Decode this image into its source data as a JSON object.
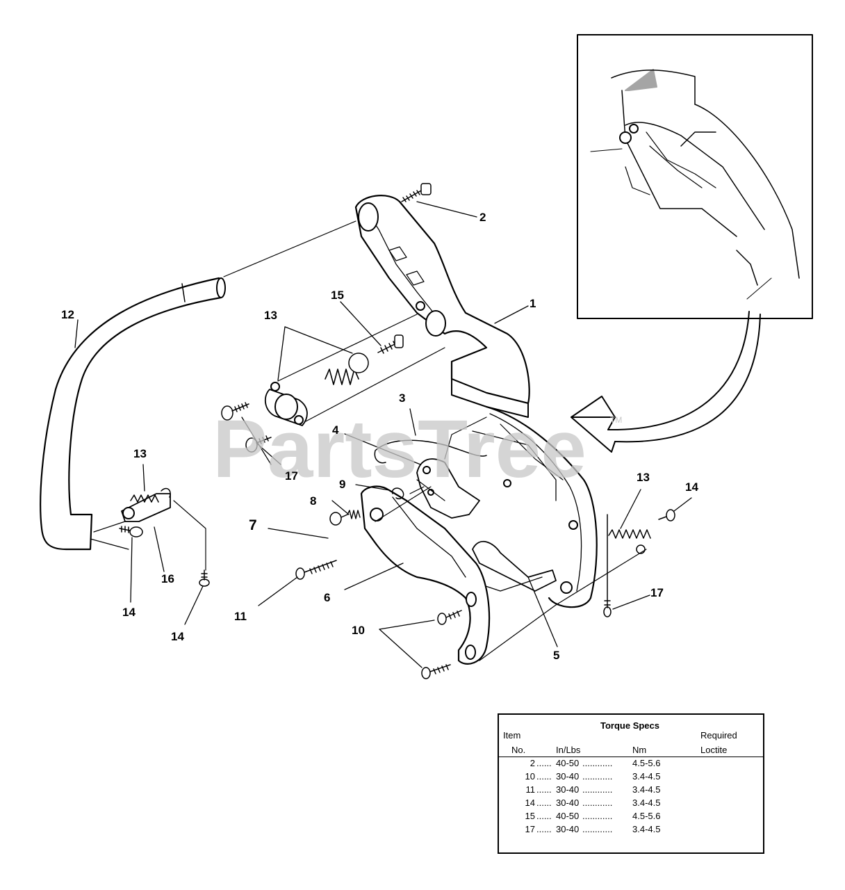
{
  "callouts": {
    "c1": "1",
    "c2": "2",
    "c3": "3",
    "c4": "4",
    "c5": "5",
    "c6": "6",
    "c7": "7",
    "c8": "8",
    "c9": "9",
    "c10": "10",
    "c11": "11",
    "c12": "12",
    "c13a": "13",
    "c13b": "13",
    "c13c": "13",
    "c14a": "14",
    "c14b": "14",
    "c14c": "14",
    "c15": "15",
    "c16": "16",
    "c17a": "17",
    "c17b": "17"
  },
  "watermark": {
    "text": "PartsTree",
    "tm": "TM"
  },
  "torque_table": {
    "title": "Torque Specs",
    "headers": {
      "item": "Item",
      "no": "No.",
      "in_lbs": "In/Lbs",
      "nm": "Nm",
      "required": "Required",
      "loctite": "Loctite"
    },
    "rows": [
      {
        "item": "2",
        "in_lbs": "40-50",
        "nm": "4.5-5.6"
      },
      {
        "item": "10",
        "in_lbs": "30-40",
        "nm": "3.4-4.5"
      },
      {
        "item": "11",
        "in_lbs": "30-40",
        "nm": "3.4-4.5"
      },
      {
        "item": "14",
        "in_lbs": "30-40",
        "nm": "3.4-4.5"
      },
      {
        "item": "15",
        "in_lbs": "40-50",
        "nm": "4.5-5.6"
      },
      {
        "item": "17",
        "in_lbs": "30-40",
        "nm": "3.4-4.5"
      }
    ]
  }
}
